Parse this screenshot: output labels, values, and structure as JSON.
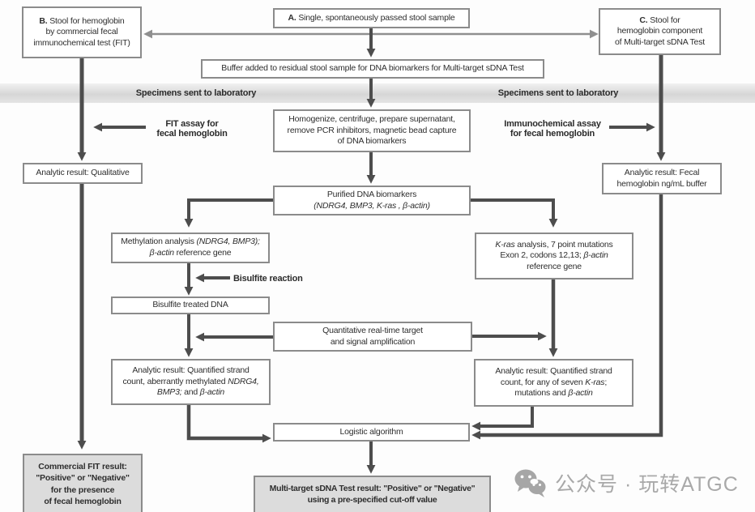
{
  "band": {
    "left_label": "Specimens sent to laboratory",
    "right_label": "Specimens sent to laboratory"
  },
  "nodes": {
    "a": {
      "lines": [
        [
          {
            "t": "A. ",
            "b": true
          },
          {
            "t": "Single, spontaneously passed stool sample"
          }
        ]
      ]
    },
    "b": {
      "lines": [
        [
          {
            "t": "B. ",
            "b": true
          },
          {
            "t": "Stool for hemoglobin"
          }
        ],
        [
          {
            "t": "by commercial fecal"
          }
        ],
        [
          {
            "t": "immunochemical test (FIT)"
          }
        ]
      ]
    },
    "c": {
      "lines": [
        [
          {
            "t": "C. ",
            "b": true
          },
          {
            "t": "Stool for"
          }
        ],
        [
          {
            "t": "hemoglobin component"
          }
        ],
        [
          {
            "t": "of Multi-target sDNA Test"
          }
        ]
      ]
    },
    "buffer": {
      "lines": [
        [
          {
            "t": "Buffer added to residual stool sample for DNA biomarkers for Multi-target sDNA Test"
          }
        ]
      ]
    },
    "fit_assay_label": {
      "lines": [
        [
          {
            "t": "FIT assay for"
          }
        ],
        [
          {
            "t": "fecal hemoglobin"
          }
        ]
      ]
    },
    "homogenize": {
      "lines": [
        [
          {
            "t": "Homogenize, centrifuge, prepare supernatant,"
          }
        ],
        [
          {
            "t": "remove PCR inhibitors, magnetic bead capture"
          }
        ],
        [
          {
            "t": "of DNA biomarkers"
          }
        ]
      ]
    },
    "immuno_assay_label": {
      "lines": [
        [
          {
            "t": "Immunochemical assay"
          }
        ],
        [
          {
            "t": "for fecal hemoglobin"
          }
        ]
      ]
    },
    "qualitative": {
      "lines": [
        [
          {
            "t": "Analytic result: Qualitative"
          }
        ]
      ]
    },
    "fecal_hb": {
      "lines": [
        [
          {
            "t": "Analytic result: Fecal"
          }
        ],
        [
          {
            "t": "hemoglobin ng/mL buffer"
          }
        ]
      ]
    },
    "purified": {
      "lines": [
        [
          {
            "t": "Purified DNA biomarkers"
          }
        ],
        [
          {
            "t": "(NDRG4, BMP3, K-ras , β-actin)",
            "i": true
          }
        ]
      ]
    },
    "methylation": {
      "lines": [
        [
          {
            "t": "Methylation analysis "
          },
          {
            "t": "(NDRG4, BMP3);",
            "i": true
          }
        ],
        [
          {
            "t": "β-actin",
            "i": true
          },
          {
            "t": " reference gene"
          }
        ]
      ]
    },
    "kras": {
      "lines": [
        [
          {
            "t": "K-ras",
            "i": true
          },
          {
            "t": " analysis, 7 point mutations"
          }
        ],
        [
          {
            "t": "Exon 2, codons 12,13; "
          },
          {
            "t": "β-actin",
            "i": true
          }
        ],
        [
          {
            "t": "reference gene"
          }
        ]
      ]
    },
    "bisulfite_label": {
      "lines": [
        [
          {
            "t": "Bisulfite reaction"
          }
        ]
      ]
    },
    "bisulfite_dna": {
      "lines": [
        [
          {
            "t": "Bisulfite treated DNA"
          }
        ]
      ]
    },
    "quant": {
      "lines": [
        [
          {
            "t": "Quantitative real-time target"
          }
        ],
        [
          {
            "t": "and signal amplification"
          }
        ]
      ]
    },
    "left_result": {
      "lines": [
        [
          {
            "t": "Analytic result: Quantified strand"
          }
        ],
        [
          {
            "t": "count, aberrantly methylated "
          },
          {
            "t": "NDRG4,",
            "i": true
          }
        ],
        [
          {
            "t": "BMP3;",
            "i": true
          },
          {
            "t": " and "
          },
          {
            "t": "β-actin",
            "i": true
          }
        ]
      ]
    },
    "right_result": {
      "lines": [
        [
          {
            "t": "Analytic result: Quantified strand"
          }
        ],
        [
          {
            "t": "count, for any of seven "
          },
          {
            "t": "K-ras",
            "i": true
          },
          {
            "t": ";"
          }
        ],
        [
          {
            "t": "mutations and "
          },
          {
            "t": "β-actin",
            "i": true
          }
        ]
      ]
    },
    "logistic": {
      "lines": [
        [
          {
            "t": "Logistic algorithm"
          }
        ]
      ]
    },
    "fit_final": {
      "lines": [
        [
          {
            "t": "Commercial FIT result:"
          }
        ],
        [
          {
            "t": "\"Positive\" or \"Negative\""
          }
        ],
        [
          {
            "t": "for the presence"
          }
        ],
        [
          {
            "t": "of fecal hemoglobin"
          }
        ]
      ]
    },
    "sdna_final": {
      "lines": [
        [
          {
            "t": "Multi-target sDNA Test result: \"Positive\" or \"Negative\""
          }
        ],
        [
          {
            "t": "using a pre-specified cut-off value"
          }
        ]
      ]
    }
  },
  "watermark": {
    "icon": "wechat-icon",
    "text": "公众号 · 玩转ATGC"
  },
  "colors": {
    "arrow_dark": "#4d4d4d",
    "arrow_gray": "#8f8f8f",
    "box_border": "#8b8b8b",
    "text": "#2e2e2e",
    "band_gray": "#d6d6d6",
    "result_box_bg": "#dcdcdc",
    "watermark_gray": "#a9a9a9"
  }
}
